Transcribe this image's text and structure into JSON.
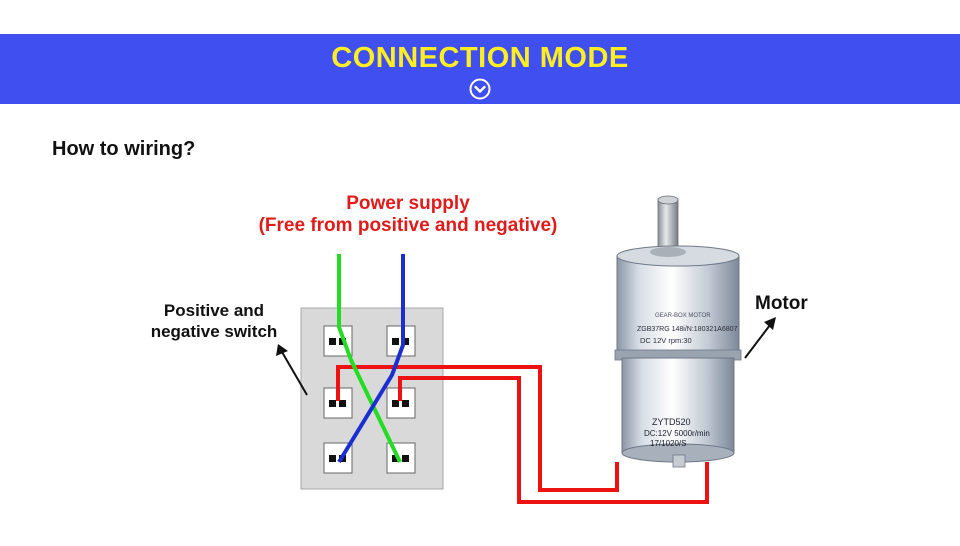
{
  "banner": {
    "title": "CONNECTION MODE",
    "button_icon": "chevron-down-circle-icon",
    "background": "#3f4ff0",
    "title_color": "#ffee22"
  },
  "heading": "How to wiring?",
  "diagram": {
    "power_supply": {
      "title_line1": "Power supply",
      "title_line2": "(Free from positive and negative)",
      "color": "#e21a1a"
    },
    "switch": {
      "label_line1": "Positive and",
      "label_line2": "negative switch"
    },
    "motor": {
      "label": "Motor",
      "gearbox_text": "GEAR-BOX MOTOR",
      "model_line1": "ZGB37RG 148i/N:180321A6807",
      "model_line2": "DC 12V    rpm:30",
      "body_line1": "ZYTD520",
      "body_line2": "DC:12V 5000r/min",
      "body_line3": "17/1020/S"
    },
    "wire_colors": {
      "green": "#22dd22",
      "blue": "#1b2fd0",
      "red": "#ee1111"
    }
  }
}
